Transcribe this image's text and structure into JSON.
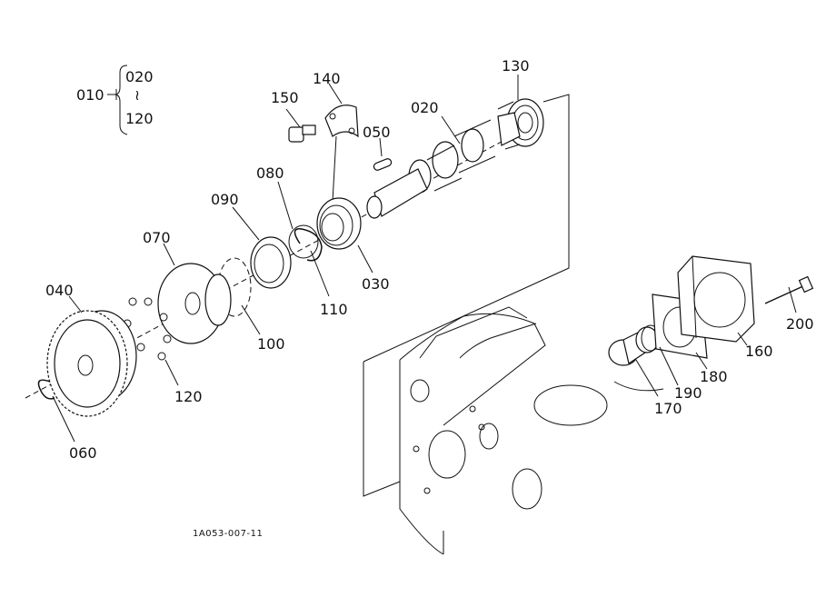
{
  "callouts": [
    {
      "id": "010",
      "label": "010"
    },
    {
      "id": "020a",
      "label": "020"
    },
    {
      "id": "tilde",
      "label": "≀"
    },
    {
      "id": "120a",
      "label": "120"
    },
    {
      "id": "130",
      "label": "130"
    },
    {
      "id": "140",
      "label": "140"
    },
    {
      "id": "150",
      "label": "150"
    },
    {
      "id": "020",
      "label": "020"
    },
    {
      "id": "050",
      "label": "050"
    },
    {
      "id": "080",
      "label": "080"
    },
    {
      "id": "090",
      "label": "090"
    },
    {
      "id": "070",
      "label": "070"
    },
    {
      "id": "040",
      "label": "040"
    },
    {
      "id": "030",
      "label": "030"
    },
    {
      "id": "110",
      "label": "110"
    },
    {
      "id": "100",
      "label": "100"
    },
    {
      "id": "120",
      "label": "120"
    },
    {
      "id": "060",
      "label": "060"
    },
    {
      "id": "200",
      "label": "200"
    },
    {
      "id": "160",
      "label": "160"
    },
    {
      "id": "180",
      "label": "180"
    },
    {
      "id": "190",
      "label": "190"
    },
    {
      "id": "170",
      "label": "170"
    }
  ],
  "drawing_code": "1A053-007-11"
}
